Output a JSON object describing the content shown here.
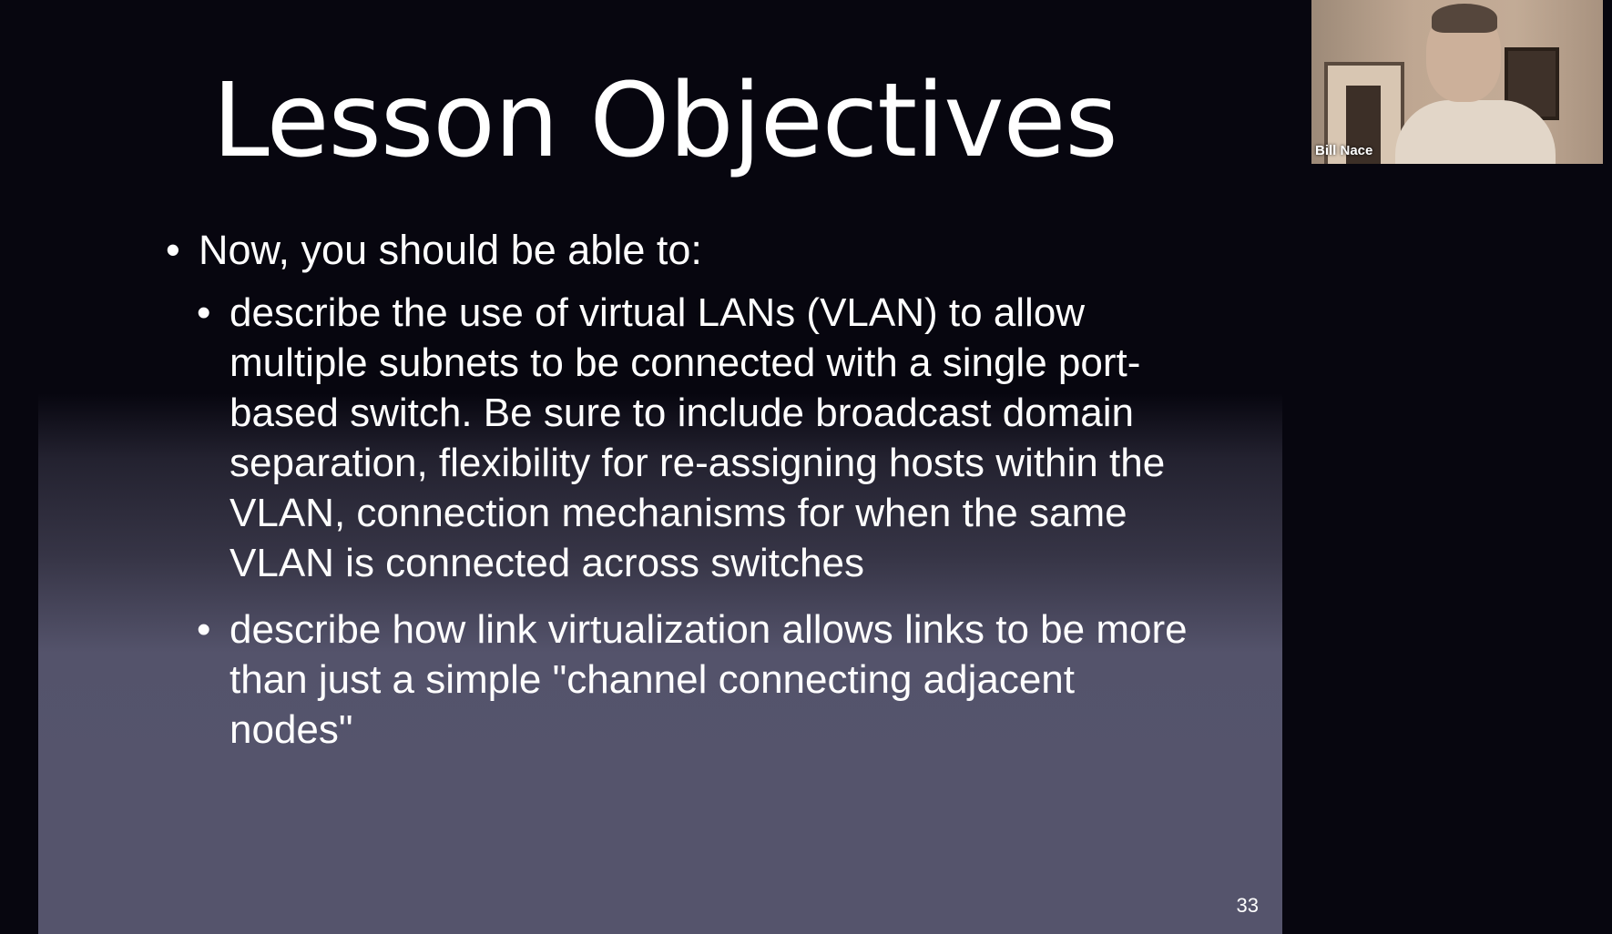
{
  "slide": {
    "title": "Lesson Objectives",
    "bullet": "Now, you should be able to:",
    "sub_bullets": [
      "describe the use of virtual LANs (VLAN) to allow multiple subnets to be connected with a single port-based switch. Be sure to include broadcast domain separation, flexibility for re-assigning hosts within the VLAN, connection mechanisms for when the same VLAN is connected across switches",
      "describe how link virtualization allows links to be more than just a simple \"channel connecting adjacent nodes\""
    ],
    "page_number": "33",
    "bullet_glyph": "•"
  },
  "video": {
    "participant_name": "Bill Nace"
  },
  "colors": {
    "background": "#07060f",
    "slide_lower": "#55546c",
    "text": "#ffffff"
  }
}
